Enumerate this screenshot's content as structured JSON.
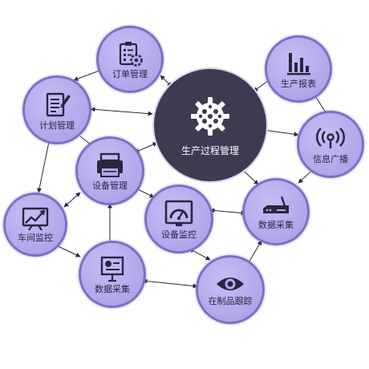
{
  "nodes": {
    "center": {
      "label": "生产过程管理",
      "icon": "gear-cluster-icon"
    },
    "order": {
      "label": "订单管理",
      "icon": "clipboard-gear-icon"
    },
    "report": {
      "label": "生产报表",
      "icon": "bar-chart-icon"
    },
    "plan": {
      "label": "计划管理",
      "icon": "document-pencil-icon"
    },
    "broadcast": {
      "label": "信息广播",
      "icon": "broadcast-icon"
    },
    "equip_mgmt": {
      "label": "设备管理",
      "icon": "printer-icon"
    },
    "equip_mon": {
      "label": "设备监控",
      "icon": "gauge-monitor-icon"
    },
    "data_col_r": {
      "label": "数据采集",
      "icon": "router-icon"
    },
    "workshop": {
      "label": "车间监控",
      "icon": "trend-monitor-icon"
    },
    "data_col_l": {
      "label": "数据采集",
      "icon": "presentation-board-icon"
    },
    "wip_track": {
      "label": "在制品跟踪",
      "icon": "eye-icon"
    }
  },
  "colors": {
    "node_fill": "#b3a9ec",
    "node_border": "#7e6fc4",
    "center_fill": "#3f3a52",
    "icon_dark": "#2b2640",
    "link": "#2b2640"
  }
}
